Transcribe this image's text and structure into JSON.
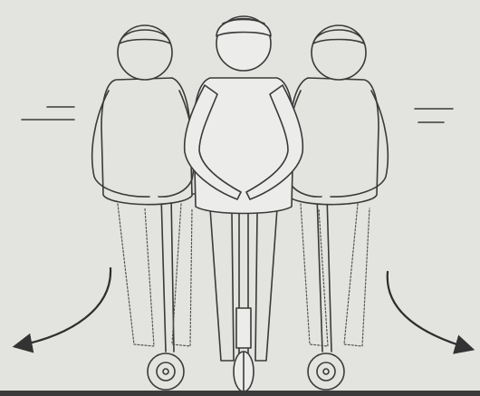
{
  "figure": {
    "kind": "line-illustration",
    "subject": "rider-on-scooter-leaning",
    "poses": [
      "lean-left",
      "upright",
      "lean-right"
    ],
    "colors": {
      "background": "#e3e3df",
      "ink": "#3a3a3a"
    },
    "icons": {
      "left_arrow": "curved-arrow-down-left-icon",
      "right_arrow": "curved-arrow-down-right-icon",
      "left_motion": "motion-lines-icon",
      "right_motion": "motion-lines-icon"
    }
  }
}
